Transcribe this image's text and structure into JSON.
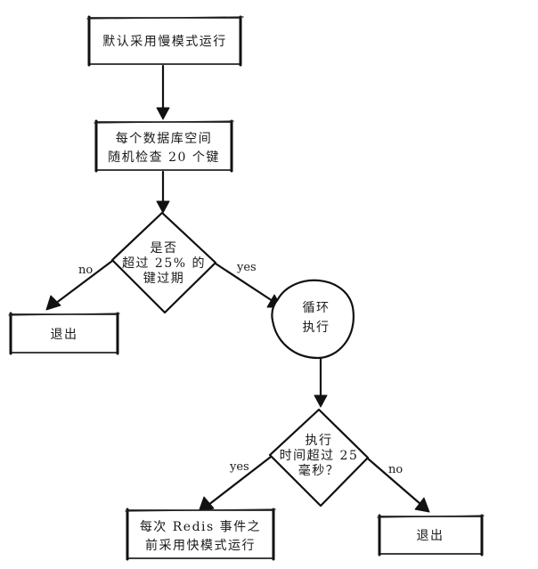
{
  "nodes": {
    "start": {
      "line1": "默认采用慢模式运行"
    },
    "check": {
      "line1": "每个数据库空间",
      "line2": "随机检查 20 个键"
    },
    "decision1": {
      "line1": "是否",
      "line2": "超过 25% 的",
      "line3": "键过期"
    },
    "exit1": {
      "line1": "退出"
    },
    "loop": {
      "line1": "循环",
      "line2": "执行"
    },
    "decision2": {
      "line1": "执行",
      "line2": "时间超过 25",
      "line3": "毫秒？"
    },
    "fast": {
      "line1": "每次 Redis 事件之",
      "line2": "前采用快模式运行"
    },
    "exit2": {
      "line1": "退出"
    }
  },
  "edges": {
    "d1_no": "no",
    "d1_yes": "yes",
    "d2_yes": "yes",
    "d2_no": "no"
  }
}
